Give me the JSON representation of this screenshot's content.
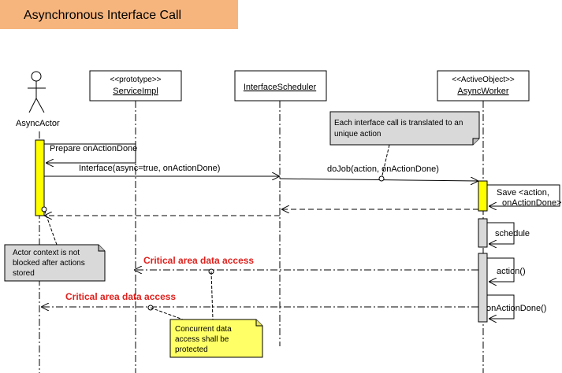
{
  "title": "Asynchronous Interface Call",
  "colors": {
    "title_bg": "#f7b57e",
    "activation_yellow": "#ffff00",
    "activation_gray": "#d9d9d9",
    "note_gray": "#d9d9d9",
    "note_yellow": "#ffff66",
    "critical_red": "#e0201c"
  },
  "participants": {
    "actor": {
      "name": "AsyncActor",
      "icon": "stick-figure-icon"
    },
    "service": {
      "stereotype": "<<prototype>>",
      "name": "ServiceImpl"
    },
    "scheduler": {
      "name": "InterfaceScheduler"
    },
    "worker": {
      "stereotype": "<<ActiveObject>>",
      "name": "AsyncWorker"
    }
  },
  "messages": {
    "prepare": "Prepare onActionDone",
    "interface_call": "Interface(async=true, onActionDone)",
    "do_job": "doJob(action, onActionDone)",
    "save_line1": "Save <action,",
    "save_line2": "onActionDone>",
    "schedule": "schedule",
    "action": "action()",
    "on_action_done": "onActionDone()",
    "critical_1": "Critical area data access",
    "critical_2": "Critical area data access"
  },
  "notes": {
    "translation": [
      "Each interface call is translated to an",
      "unique action"
    ],
    "actor_context": [
      "Actor context is not",
      "blocked after actions",
      "stored"
    ],
    "concurrent": [
      "Concurrent data",
      "access shall be",
      "protected"
    ]
  }
}
